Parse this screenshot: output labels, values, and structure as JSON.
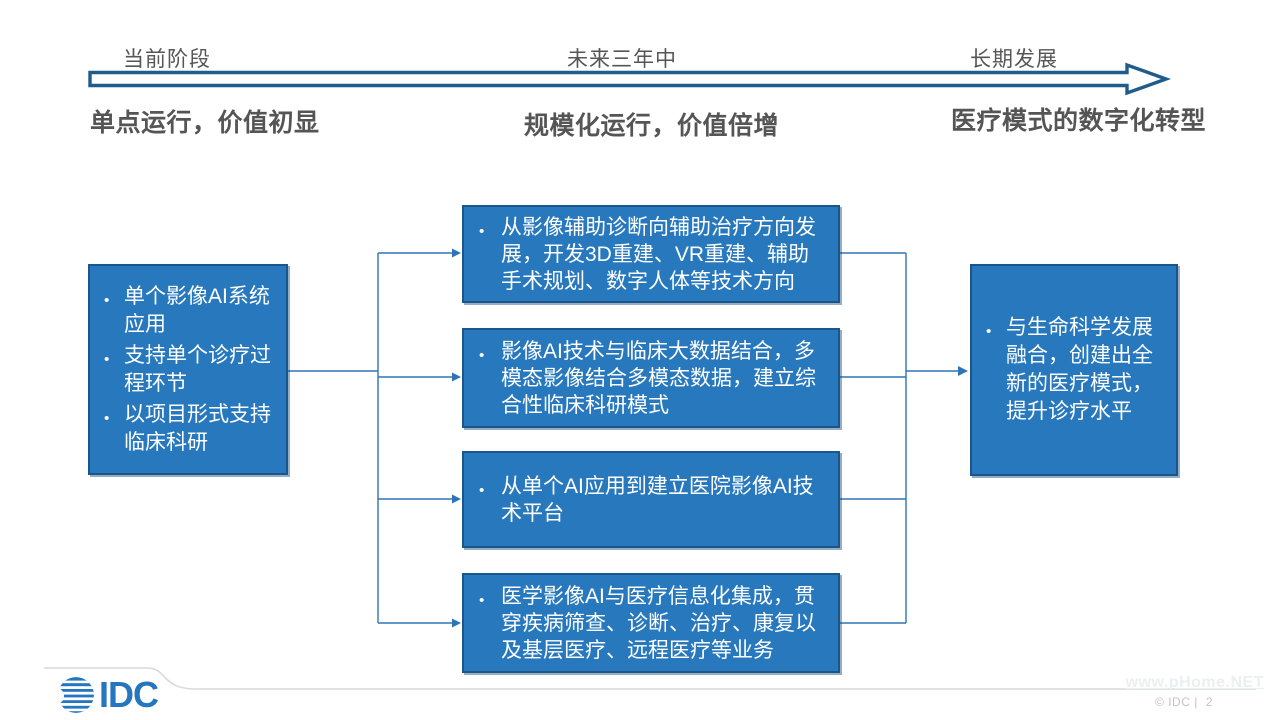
{
  "slide": {
    "timeline": {
      "phases": [
        {
          "label": "当前阶段",
          "subtitle": "单点运行，价值初显"
        },
        {
          "label": "未来三年中",
          "subtitle": "规模化运行，价值倍增"
        },
        {
          "label": "长期发展",
          "subtitle": "医疗模式的数字化转型"
        }
      ]
    },
    "flow": {
      "bullet_char": "•",
      "current_box": {
        "items": [
          "单个影像AI系统应用",
          "支持单个诊疗过程环节",
          "以项目形式支持临床科研"
        ]
      },
      "mid_boxes": [
        {
          "text": "从影像辅助诊断向辅助治疗方向发展，开发3D重建、VR重建、辅助手术规划、数字人体等技术方向"
        },
        {
          "text": "影像AI技术与临床大数据结合，多模态影像结合多模态数据，建立综合性临床科研模式"
        },
        {
          "text": "从单个AI应用到建立医院影像AI技术平台"
        },
        {
          "text": "医学影像AI与医疗信息化集成，贯穿疾病筛查、诊断、治疗、康复以及基层医疗、远程医疗等业务"
        }
      ],
      "future_box": {
        "text": "与生命科学发展融合，创建出全新的医疗模式，提升诊疗水平"
      }
    },
    "footer": {
      "logo": "IDC",
      "watermark": "www.pHome.NET",
      "copyright": "© IDC |",
      "page_number": "2"
    },
    "colors": {
      "box_fill": "#2878BE",
      "box_border": "#1A568C",
      "connector": "#2E75B6",
      "arrow_outline": "#1F5C8B",
      "logo_blue": "#2476BE",
      "heading_text": "#565656",
      "footer_text": "#C4C4C4"
    }
  }
}
